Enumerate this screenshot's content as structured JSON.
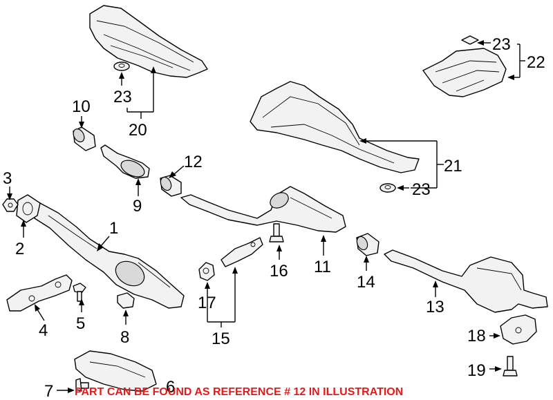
{
  "diagram": {
    "callouts": [
      "1",
      "2",
      "3",
      "4",
      "5",
      "6",
      "7",
      "8",
      "9",
      "10",
      "11",
      "12",
      "13",
      "14",
      "15",
      "16",
      "17",
      "18",
      "19",
      "20",
      "21",
      "22",
      "23"
    ],
    "note": "PART CAN BE FOUND AS REFERENCE # 12 IN ILLUSTRATION",
    "note_color": "#e21a1a"
  }
}
